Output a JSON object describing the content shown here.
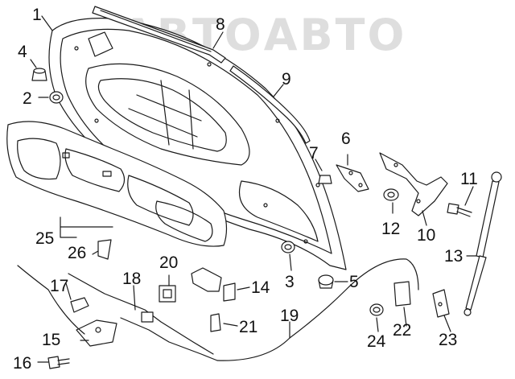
{
  "watermark": {
    "text": "АВТОАВТО"
  },
  "colors": {
    "line": "#1a1a1a",
    "part_fill": "#ffffff",
    "watermark": "#b0b0b0"
  },
  "callouts": [
    {
      "id": "hood",
      "number": "1"
    },
    {
      "id": "bumper-2",
      "number": "2"
    },
    {
      "id": "clip-3",
      "number": "3"
    },
    {
      "id": "bumper-4",
      "number": "4"
    },
    {
      "id": "bumper-5",
      "number": "5"
    },
    {
      "id": "bracket-6",
      "number": "6"
    },
    {
      "id": "nut-7",
      "number": "7"
    },
    {
      "id": "seal-8",
      "number": "8"
    },
    {
      "id": "seal-9",
      "number": "9"
    },
    {
      "id": "hinge-10",
      "number": "10"
    },
    {
      "id": "bolt-11",
      "number": "11"
    },
    {
      "id": "grommet-12",
      "number": "12"
    },
    {
      "id": "strut-13",
      "number": "13"
    },
    {
      "id": "latch-14",
      "number": "14"
    },
    {
      "id": "latch-15",
      "number": "15"
    },
    {
      "id": "bolt-16",
      "number": "16"
    },
    {
      "id": "handle-17",
      "number": "17"
    },
    {
      "id": "cable-18",
      "number": "18"
    },
    {
      "id": "cable-19",
      "number": "19"
    },
    {
      "id": "clip-20",
      "number": "20"
    },
    {
      "id": "clip-21",
      "number": "21"
    },
    {
      "id": "striker-22",
      "number": "22"
    },
    {
      "id": "bracket-23",
      "number": "23"
    },
    {
      "id": "bumper-24",
      "number": "24"
    },
    {
      "id": "insulator-25",
      "number": "25"
    },
    {
      "id": "clip-26",
      "number": "26"
    }
  ]
}
